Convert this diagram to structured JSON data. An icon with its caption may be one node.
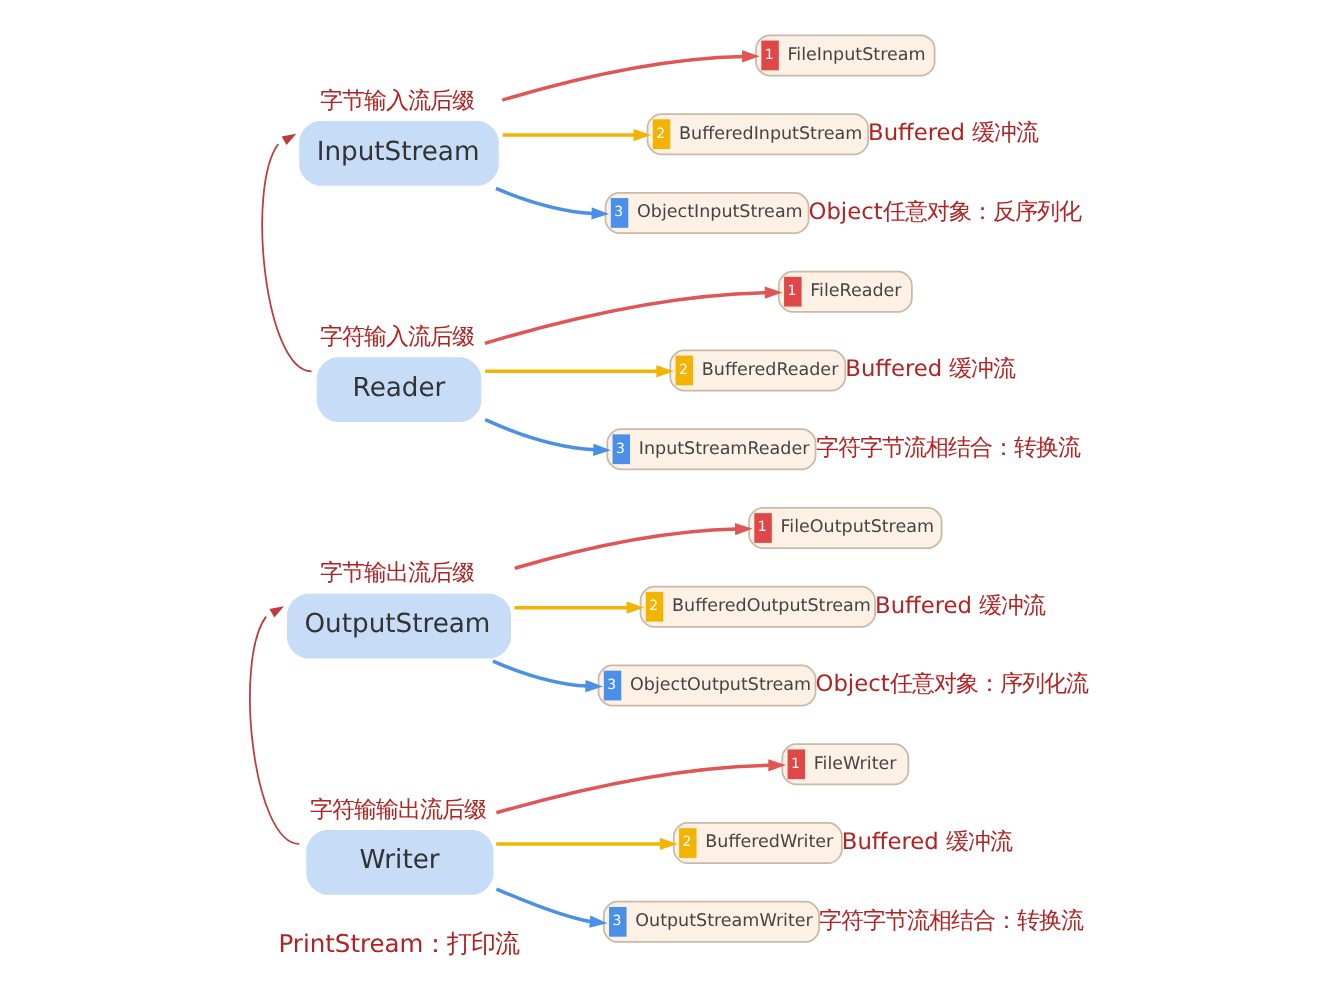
{
  "diagram": {
    "nodes": [
      {
        "text": [
          "OutputStream"
        ],
        "beside": [
          "字节输出流后缀"
        ]
      },
      {
        "text": [
          "1",
          "FileOutputStream"
        ]
      },
      {
        "text": [
          "2",
          "BufferedOutputStream"
        ],
        "beside": [
          "Buffered 缓冲流"
        ]
      },
      {
        "text": [
          "3",
          "ObjectOutputStream"
        ],
        "beside": [
          "Object任意对象：序列化流"
        ]
      },
      {
        "text": [
          "InputStream"
        ],
        "beside": [
          "字节输入流后缀"
        ]
      },
      {
        "text": [
          "1",
          "FileInputStream"
        ]
      },
      {
        "text": [
          "2",
          "BufferedInputStream"
        ],
        "beside": [
          "Buffered 缓冲流"
        ]
      },
      {
        "text": [
          "3",
          "ObjectInputStream"
        ],
        "beside": [
          "Object任意对象：反序列化"
        ]
      },
      {
        "text": [
          "Reader"
        ],
        "beside": [
          "字符输入流后缀"
        ]
      },
      {
        "text": [
          "1",
          "FileReader"
        ]
      },
      {
        "text": [
          "2",
          "BufferedReader"
        ],
        "beside": [
          "Buffered 缓冲流"
        ]
      },
      {
        "text": [
          "3",
          "InputStreamReader"
        ],
        "beside": [
          "字符字节流相结合：转换流"
        ]
      },
      {
        "text": [
          "Writer"
        ],
        "beside": [
          "字符输输出流后缀"
        ]
      },
      {
        "text": [
          "1",
          "FileWriter"
        ]
      },
      {
        "text": [
          "2",
          "BufferedWriter"
        ],
        "beside": [
          "Buffered 缓冲流"
        ]
      },
      {
        "text": [
          "3",
          "OutputStreamWriter"
        ],
        "beside": [
          "字符字节流相结合：转换流"
        ]
      }
    ],
    "edges": [
      {
        "from": 0,
        "to": 1,
        "arrow": "to",
        "color": "#e05555"
      },
      {
        "from": 0,
        "to": 2,
        "arrow": "to",
        "color": "#f2b400"
      },
      {
        "from": 0,
        "to": 3,
        "arrow": "to",
        "color": "#4a8fe8"
      },
      {
        "from": 4,
        "to": 5,
        "arrow": "to",
        "color": "#e05555"
      },
      {
        "from": 4,
        "to": 6,
        "arrow": "to",
        "color": "#f2b400"
      },
      {
        "from": 4,
        "to": 7,
        "arrow": "to",
        "color": "#4a8fe8"
      },
      {
        "from": 8,
        "to": 9,
        "arrow": "to",
        "color": "#e05555"
      },
      {
        "from": 8,
        "to": 10,
        "arrow": "to",
        "color": "#f2b400"
      },
      {
        "from": 8,
        "to": 11,
        "arrow": "to",
        "color": "#4a8fe8"
      },
      {
        "from": 12,
        "to": 13,
        "arrow": "to",
        "color": "#e05555"
      },
      {
        "from": 12,
        "to": 14,
        "arrow": "to",
        "color": "#f2b400"
      },
      {
        "from": 12,
        "to": 15,
        "arrow": "to",
        "color": "#4a8fe8"
      },
      {
        "from": 8,
        "to": 4,
        "arrow": "to",
        "color": "#c0393b"
      },
      {
        "from": 12,
        "to": 0,
        "arrow": "to",
        "color": "#c0393b"
      }
    ],
    "labels": [
      "PrintStream：打印流"
    ]
  }
}
